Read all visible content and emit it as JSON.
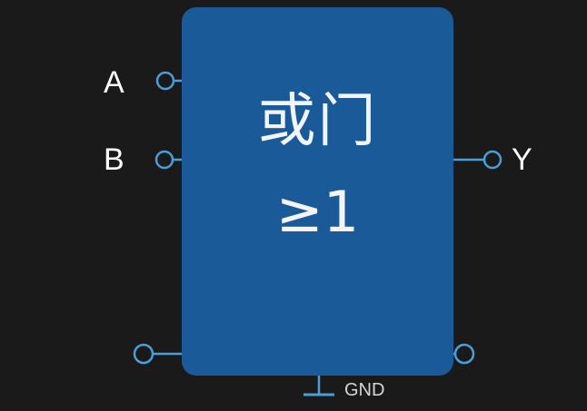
{
  "gate": {
    "title": "或门",
    "symbol": "≥1"
  },
  "inputs": {
    "a_label": "A",
    "b_label": "B"
  },
  "output": {
    "y_label": "Y"
  },
  "ground": {
    "label": "GND"
  },
  "colors": {
    "background": "#1a1a1a",
    "gate_fill": "#1b5a98",
    "wire": "#4a9fd8",
    "text": "#ffffff"
  }
}
